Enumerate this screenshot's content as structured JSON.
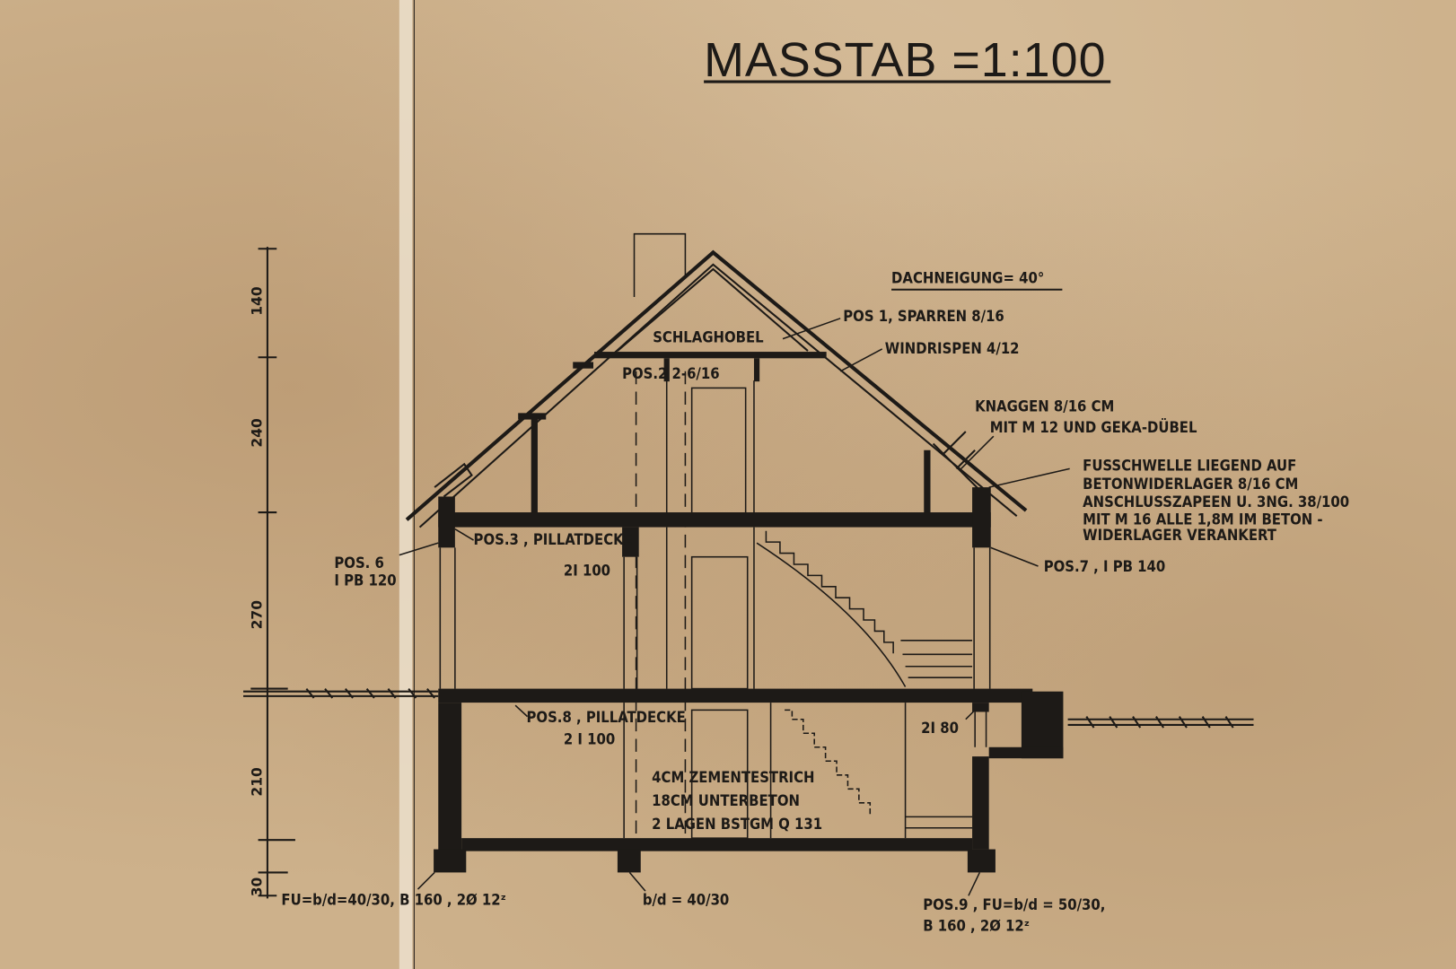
{
  "title": "MASSTAB =1:100",
  "roof_pitch": "DACHNEIGUNG= 40°",
  "dimensions": [
    "140",
    "240",
    "270",
    "210",
    "30"
  ],
  "labels": {
    "schlaghobel": "SCHLAGHOBEL",
    "pos1": "POS 1, SPARREN 8/16",
    "windrispen": "WINDRISPEN  4/12",
    "pos2": "POS.2  2-6/16",
    "knaggen_1": "KNAGGEN  8/16 CM",
    "knaggen_2": "MIT M 12  UND GEKA-DÜBEL",
    "fusschwelle_1": "FUSSCHWELLE  LIEGEND  AUF",
    "fusschwelle_2": "BETONWIDERLAGER  8/16 CM",
    "fusschwelle_3": "ANSCHLUSSZAPEEN  U. 3NG. 38/100",
    "fusschwelle_4": "MIT  M 16 ALLE  1,8M  IM  BETON -",
    "fusschwelle_5": "WIDERLAGER   VERANKERT",
    "pos3": "POS.3 , PILLATDECKE",
    "pos3_beam": "2I 100",
    "pos6_1": "POS. 6",
    "pos6_2": "I PB 120",
    "pos7": "POS.7 , I PB  140",
    "pos8": "POS.8 , PILLATDECKE",
    "pos8_beam": "2 I 100",
    "beam_2i80": "2I 80",
    "floor_1": "4CM  ZEMENTESTRICH",
    "floor_2": "18CM  UNTERBETON",
    "floor_3": "2 LAGEN BSTGM  Q 131",
    "footing_left": "FU=b/d=40/30, B 160 , 2Ø 12ᶻ",
    "footing_mid": "b/d = 40/30",
    "footing_right_1": "POS.9 , FU=b/d = 50/30,",
    "footing_right_2": "B 160 , 2Ø 12ᶻ"
  }
}
